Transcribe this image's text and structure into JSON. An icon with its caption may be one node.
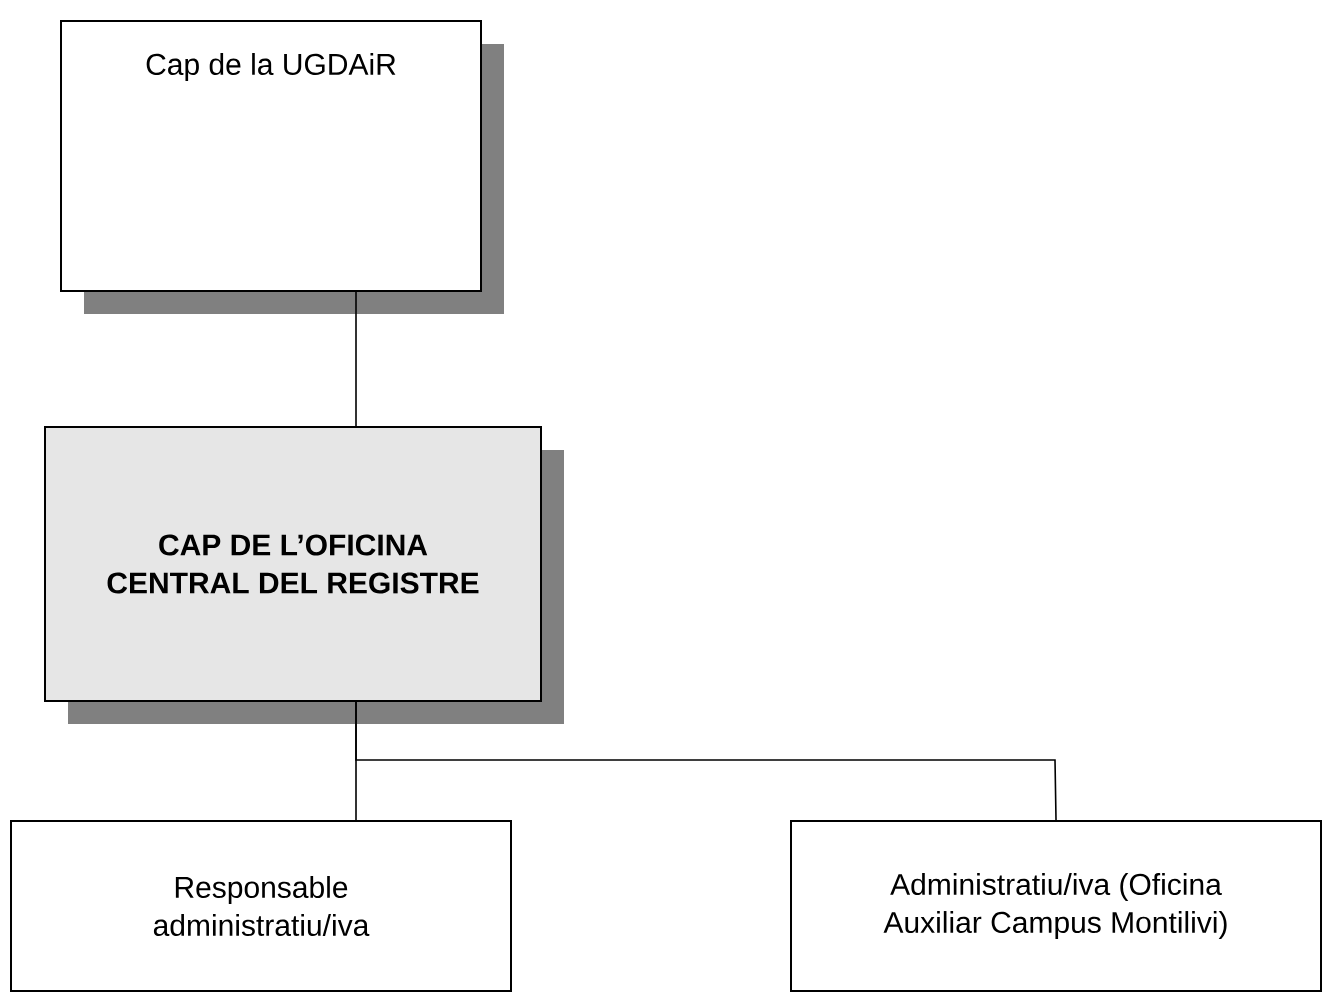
{
  "diagram": {
    "nodes": [
      {
        "text": [
          "Cap de la UGDAiR"
        ]
      },
      {
        "text": [
          "CAP DE L’OFICINA CENTRAL DEL REGISTRE"
        ]
      },
      {
        "text": [
          "Responsable administratiu/iva"
        ]
      },
      {
        "text": [
          "Administratiu/iva (Oficina Auxiliar Campus Montilivi)"
        ]
      }
    ],
    "edges": [
      {
        "from": 0,
        "to": 1,
        "arrow": "none"
      },
      {
        "from": 1,
        "to": 2,
        "arrow": "none"
      },
      {
        "from": 1,
        "to": 3,
        "arrow": "none"
      }
    ]
  }
}
